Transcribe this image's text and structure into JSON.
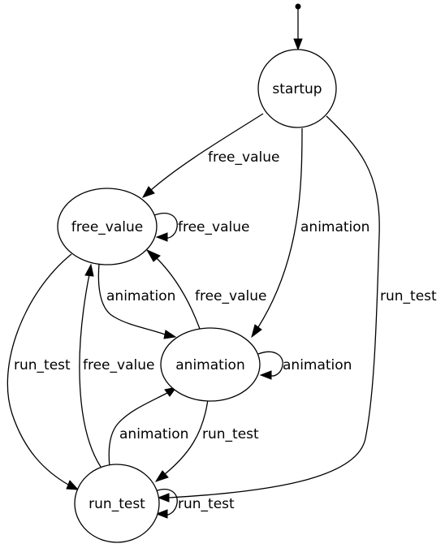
{
  "diagram": {
    "type": "state-machine",
    "initial_state": "startup",
    "nodes": {
      "startup": "startup",
      "free_value": "free_value",
      "animation": "animation",
      "run_test": "run_test"
    },
    "edges": [
      {
        "from": "startup",
        "to": "free_value",
        "label": "free_value"
      },
      {
        "from": "startup",
        "to": "animation",
        "label": "animation"
      },
      {
        "from": "startup",
        "to": "run_test",
        "label": "run_test"
      },
      {
        "from": "free_value",
        "to": "free_value",
        "label": "free_value"
      },
      {
        "from": "free_value",
        "to": "animation",
        "label": "animation"
      },
      {
        "from": "free_value",
        "to": "run_test",
        "label": "run_test"
      },
      {
        "from": "animation",
        "to": "free_value",
        "label": "free_value"
      },
      {
        "from": "animation",
        "to": "animation",
        "label": "animation"
      },
      {
        "from": "animation",
        "to": "run_test",
        "label": "run_test"
      },
      {
        "from": "run_test",
        "to": "free_value",
        "label": "free_value"
      },
      {
        "from": "run_test",
        "to": "animation",
        "label": "animation"
      },
      {
        "from": "run_test",
        "to": "run_test",
        "label": "run_test"
      }
    ]
  }
}
